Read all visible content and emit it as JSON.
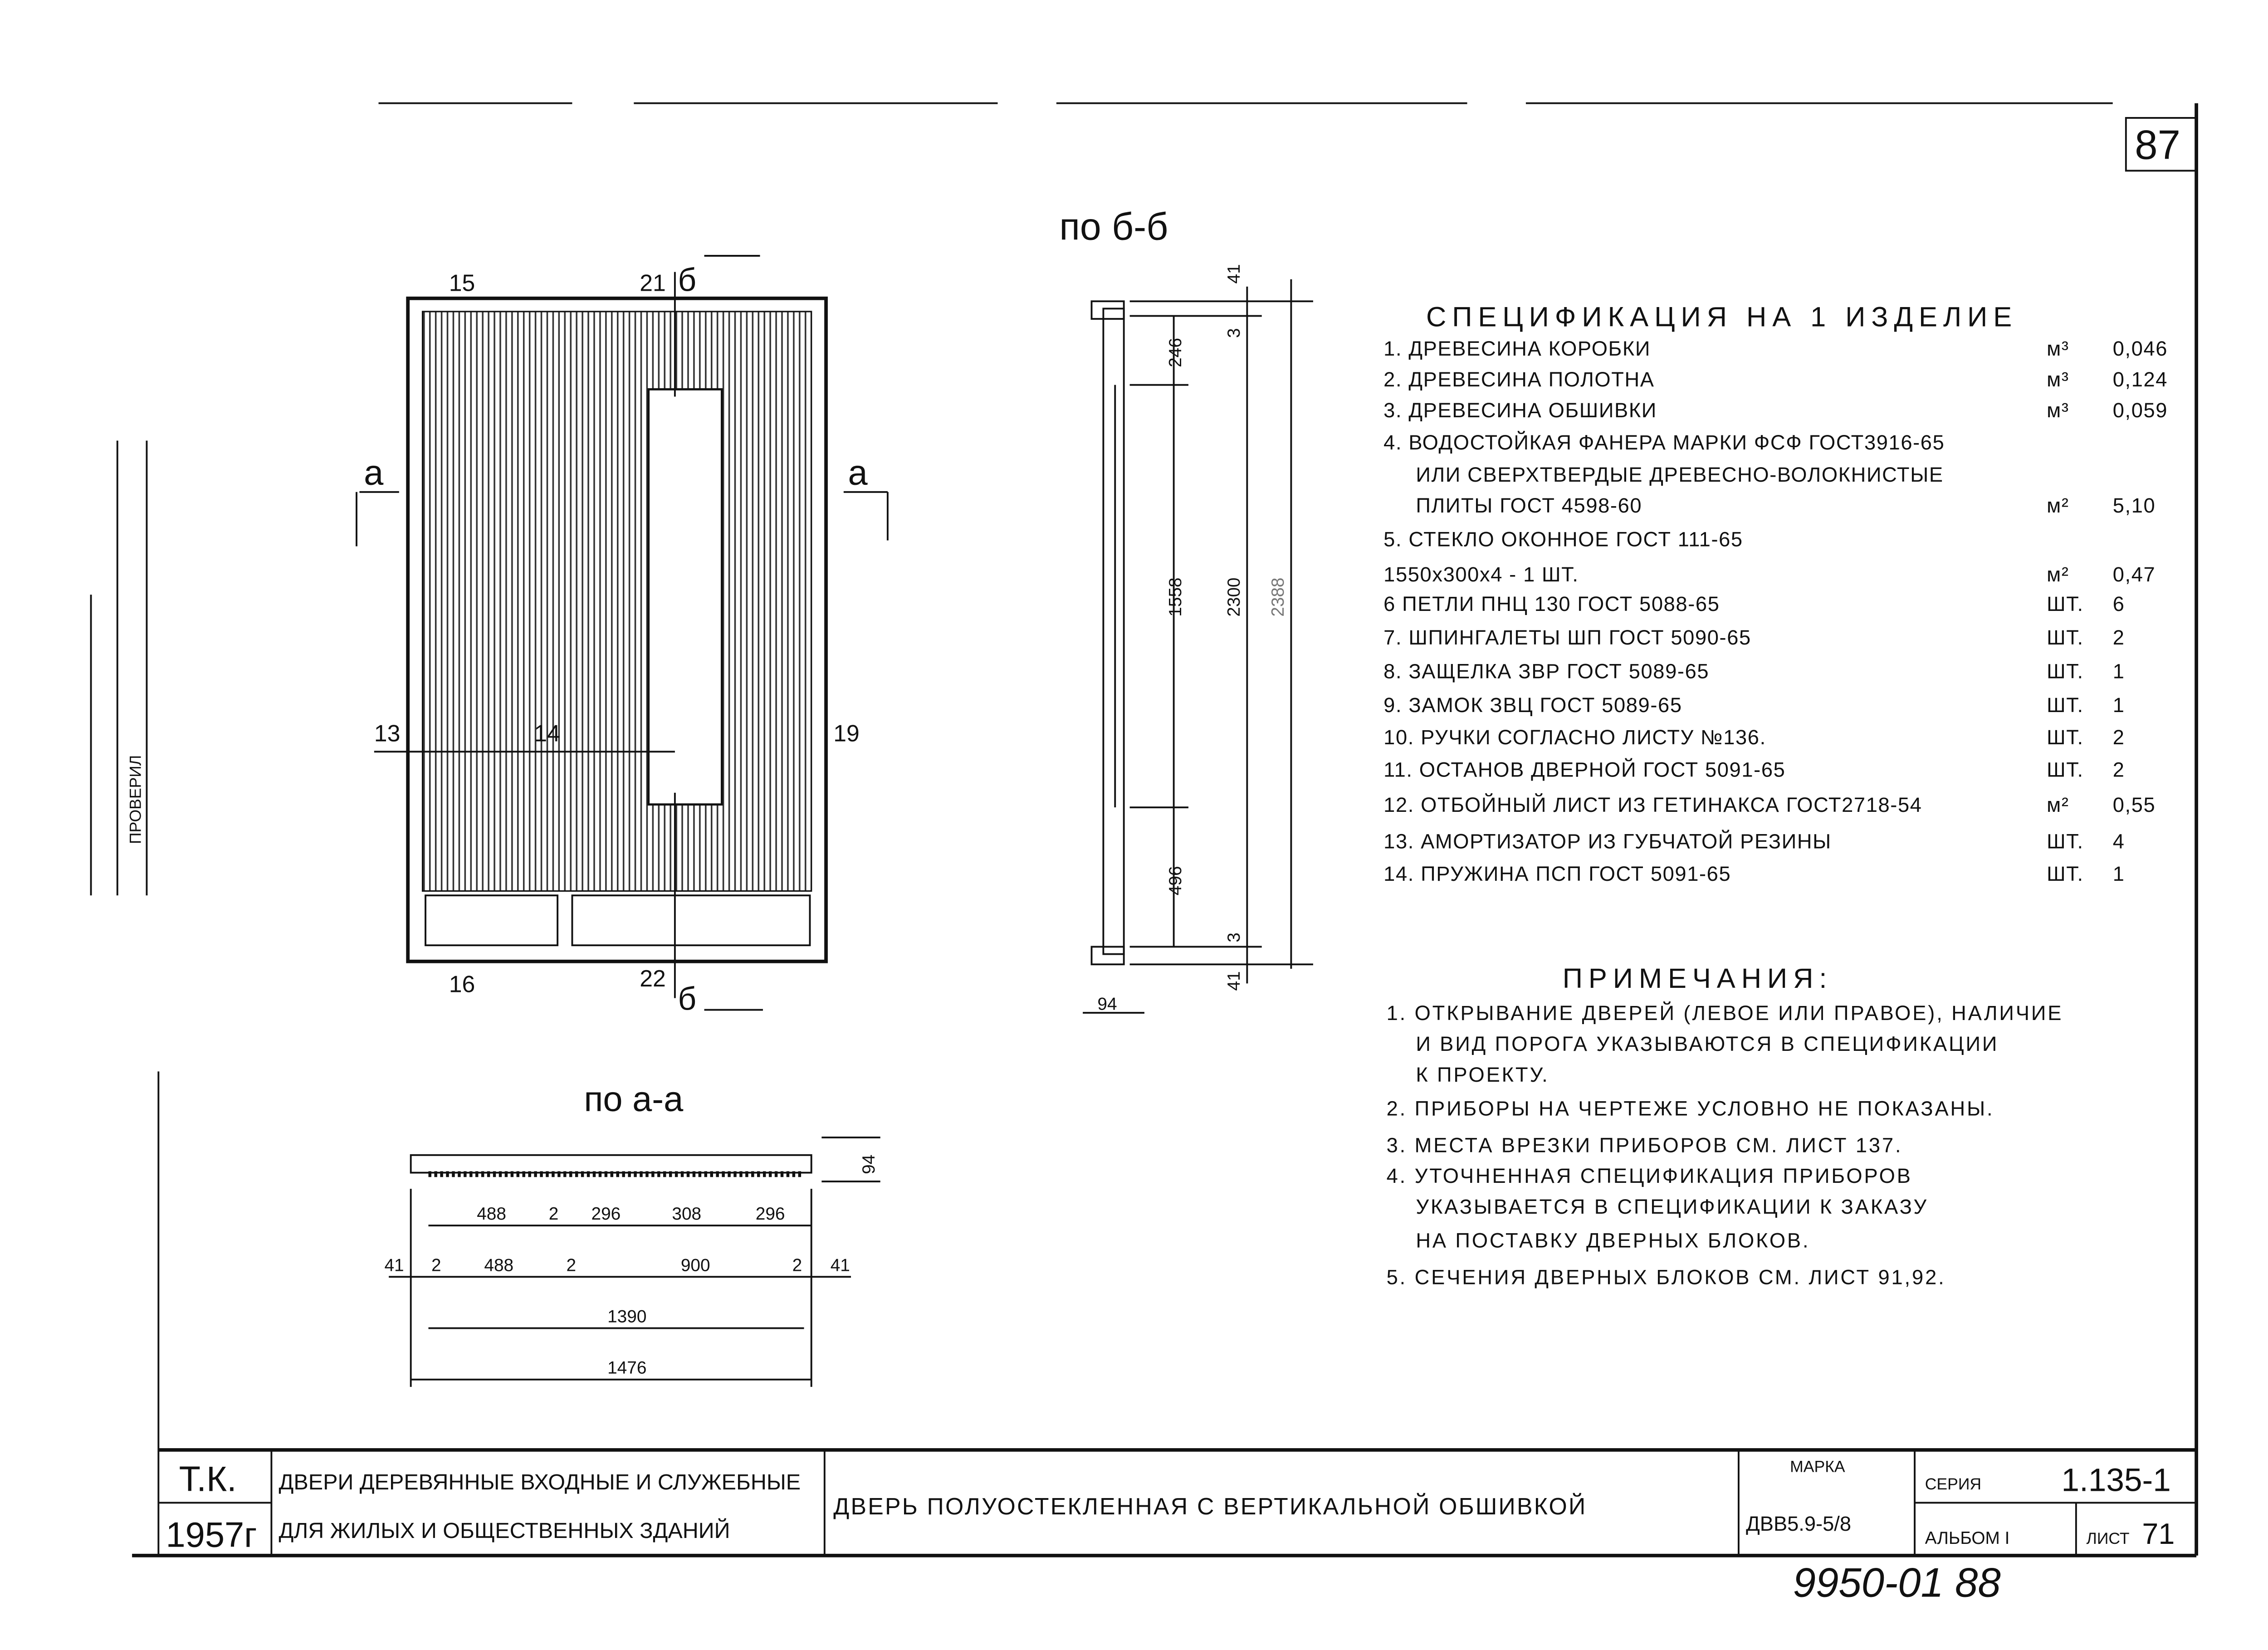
{
  "sheet": {
    "page_number": "87",
    "stamp": "9950-01 88"
  },
  "elevation": {
    "section_title_b": "по б-б",
    "section_title_a": "по а-а",
    "labels": {
      "l15": "15",
      "l21": "21",
      "l13": "13",
      "l14": "14",
      "l19": "19",
      "l16": "16",
      "l22": "22",
      "cut_a": "а",
      "cut_b": "б"
    }
  },
  "section_bb": {
    "dims": {
      "top_41": "41",
      "top_3": "3",
      "d246": "246",
      "d1558": "1558",
      "d2300": "2300",
      "d2388": "2388",
      "d496": "496",
      "bot_3": "3",
      "bot_41": "41",
      "d94": "94"
    }
  },
  "section_aa": {
    "row1": [
      "488",
      "2",
      "296",
      "308",
      "296"
    ],
    "row2": [
      "41",
      "2",
      "488",
      "2",
      "900",
      "2",
      "41"
    ],
    "d1390": "1390",
    "d1476": "1476",
    "d94": "94"
  },
  "specification": {
    "title": "СПЕЦИФИКАЦИЯ НА 1 ИЗДЕЛИЕ",
    "items": [
      {
        "text": "1. ДРЕВЕСИНА КОРОБКИ",
        "unit": "м³",
        "qty": "0,046"
      },
      {
        "text": "2. ДРЕВЕСИНА ПОЛОТНА",
        "unit": "м³",
        "qty": "0,124"
      },
      {
        "text": "3. ДРЕВЕСИНА ОБШИВКИ",
        "unit": "м³",
        "qty": "0,059"
      },
      {
        "text": "4. ВОДОСТОЙКАЯ ФАНЕРА МАРКИ ФСФ ГОСТ3916-65",
        "unit": "",
        "qty": ""
      },
      {
        "text": "ИЛИ СВЕРХТВЕРДЫЕ ДРЕВЕСНО-ВОЛОКНИСТЫЕ",
        "unit": "",
        "qty": ""
      },
      {
        "text": "ПЛИТЫ ГОСТ 4598-60",
        "unit": "м²",
        "qty": "5,10"
      },
      {
        "text": "5. СТЕКЛО ОКОННОЕ ГОСТ 111-65",
        "unit": "",
        "qty": ""
      },
      {
        "text": "1550x300x4 - 1 ШТ.",
        "unit": "м²",
        "qty": "0,47"
      },
      {
        "text": "6 ПЕТЛИ ПНЦ 130 ГОСТ 5088-65",
        "unit": "ШТ.",
        "qty": "6"
      },
      {
        "text": "7. ШПИНГАЛЕТЫ ШП ГОСТ 5090-65",
        "unit": "ШТ.",
        "qty": "2"
      },
      {
        "text": "8. ЗАЩЕЛКА ЗВР ГОСТ 5089-65",
        "unit": "ШТ.",
        "qty": "1"
      },
      {
        "text": "9. ЗАМОК ЗВЦ ГОСТ 5089-65",
        "unit": "ШТ.",
        "qty": "1"
      },
      {
        "text": "10. РУЧКИ СОГЛАСНО ЛИСТУ №136.",
        "unit": "ШТ.",
        "qty": "2"
      },
      {
        "text": "11. ОСТАНОВ ДВЕРНОЙ ГОСТ 5091-65",
        "unit": "ШТ.",
        "qty": "2"
      },
      {
        "text": "12. ОТБОЙНЫЙ ЛИСТ ИЗ ГЕТИНАКСА ГОСТ2718-54",
        "unit": "м²",
        "qty": "0,55"
      },
      {
        "text": "13. АМОРТИЗАТОР ИЗ ГУБЧАТОЙ РЕЗИНЫ",
        "unit": "ШТ.",
        "qty": "4"
      },
      {
        "text": "14. ПРУЖИНА ПСП ГОСТ 5091-65",
        "unit": "ШТ.",
        "qty": "1"
      }
    ]
  },
  "notes": {
    "title": "ПРИМЕЧАНИЯ:",
    "lines": [
      "1. ОТКРЫВАНИЕ ДВЕРЕЙ (ЛЕВОЕ ИЛИ ПРАВОЕ), НАЛИЧИЕ",
      "И ВИД ПОРОГА УКАЗЫВАЮТСЯ В СПЕЦИФИКАЦИИ",
      "К ПРОЕКТУ.",
      "2. ПРИБОРЫ НА ЧЕРТЕЖЕ УСЛОВНО НЕ ПОКАЗАНЫ.",
      "3. МЕСТА ВРЕЗКИ ПРИБОРОВ СМ. ЛИСТ 137.",
      "4. УТОЧНЕННАЯ СПЕЦИФИКАЦИЯ ПРИБОРОВ",
      "УКАЗЫВАЕТСЯ В СПЕЦИФИКАЦИИ К ЗАКАЗУ",
      "НА ПОСТАВКУ ДВЕРНЫХ БЛОКОВ.",
      "5. СЕЧЕНИЯ ДВЕРНЫХ БЛОКОВ СМ. ЛИСТ 91,92."
    ]
  },
  "title_block": {
    "org": "Т.К.",
    "year": "1957г",
    "desc_line1": "ДВЕРИ ДЕРЕВЯННЫЕ ВХОДНЫЕ И СЛУЖЕБНЫЕ",
    "desc_line2": "ДЛЯ ЖИЛЫХ И ОБЩЕСТВЕННЫХ ЗДАНИЙ",
    "title": "ДВЕРЬ ПОЛУОСТЕКЛЕННАЯ С ВЕРТИКАЛЬНОЙ ОБШИВКОЙ",
    "mark_label": "МАРКА",
    "mark_value": "ДВВ5.9-5/8",
    "series_label": "СЕРИЯ",
    "series_value": "1.135-1",
    "album": "АЛЬБОМ I",
    "sheet_label": "ЛИСТ",
    "sheet_value": "71"
  },
  "margin": {
    "checked": "ПРОВЕРИЛ"
  }
}
